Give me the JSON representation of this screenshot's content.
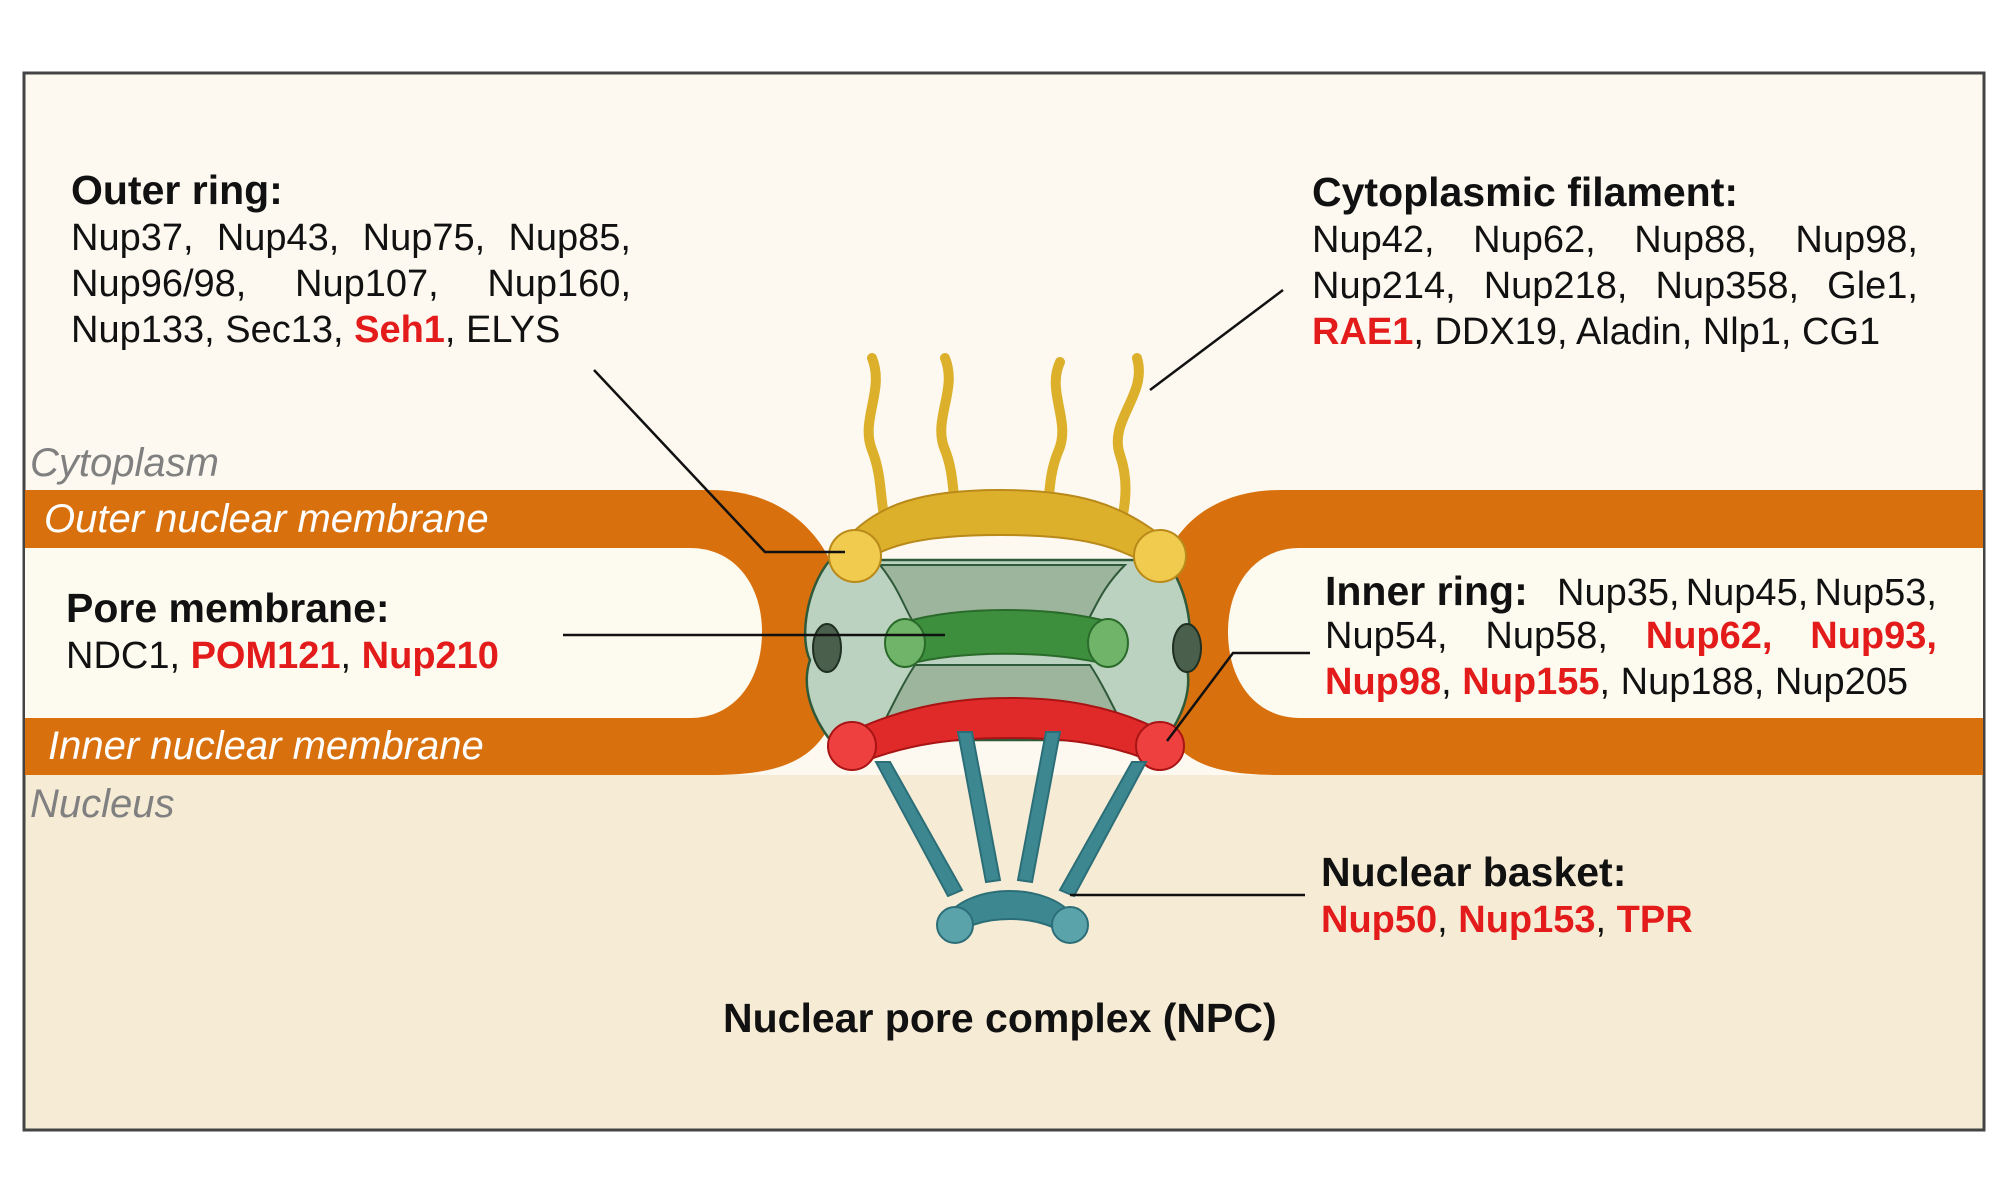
{
  "colors": {
    "background": "#fdf9f0",
    "nucleus": "#f6ebd5",
    "perinuclear_space": "#fdfbef",
    "membrane": "#d9700e",
    "outer_ring": "#ddb02c",
    "scaffold": "#bcd2c0",
    "pore_membrane_ring": "#3d8f3d",
    "inner_ring": "#e02a2a",
    "basket": "#3d8890",
    "highlight": "#e31b1b"
  },
  "regions": {
    "cytoplasm": "Cytoplasm",
    "outer_nuclear_membrane": "Outer nuclear membrane",
    "inner_nuclear_membrane": "Inner nuclear membrane",
    "nucleus": "Nucleus"
  },
  "outer_ring": {
    "heading": "Outer ring:",
    "lines": [
      [
        {
          "text": "Nup37,"
        },
        {
          "text": "Nup43,"
        },
        {
          "text": "Nup75,"
        },
        {
          "text": "Nup85,"
        }
      ],
      [
        {
          "text": "Nup96/98,"
        },
        {
          "text": "Nup107,"
        },
        {
          "text": "Nup160,"
        }
      ],
      [
        {
          "text": "Nup133, Sec13, "
        },
        {
          "text": "Seh1",
          "red": true
        },
        {
          "text": ", ELYS"
        }
      ]
    ]
  },
  "cytoplasmic_filament": {
    "heading": "Cytoplasmic filament:",
    "lines": [
      [
        {
          "text": "Nup42,"
        },
        {
          "text": "Nup62,"
        },
        {
          "text": "Nup88,"
        },
        {
          "text": "Nup98,"
        }
      ],
      [
        {
          "text": "Nup214,"
        },
        {
          "text": "Nup218,"
        },
        {
          "text": "Nup358,"
        },
        {
          "text": "Gle1,"
        }
      ],
      [
        {
          "text": "RAE1",
          "red": true
        },
        {
          "text": ", DDX19, Aladin, Nlp1, CG1"
        }
      ]
    ]
  },
  "pore_membrane": {
    "heading": "Pore membrane:",
    "line": [
      {
        "text": "NDC1, "
      },
      {
        "text": "POM121",
        "red": true
      },
      {
        "text": ", "
      },
      {
        "text": "Nup210",
        "red": true
      }
    ]
  },
  "inner_ring": {
    "heading": "Inner ring:",
    "first": [
      {
        "text": "Nup35,"
      },
      {
        "text": "Nup45,"
      },
      {
        "text": "Nup53,"
      }
    ],
    "lines": [
      [
        {
          "text": "Nup54,"
        },
        {
          "text": "Nup58,"
        },
        {
          "text": "Nup62,",
          "red": true
        },
        {
          "text": "Nup93,",
          "red": true
        }
      ],
      [
        {
          "text": "Nup98",
          "red": true
        },
        {
          "text": ", "
        },
        {
          "text": "Nup155",
          "red": true
        },
        {
          "text": ", Nup188, Nup205"
        }
      ]
    ]
  },
  "nuclear_basket": {
    "heading": "Nuclear basket:",
    "line": [
      {
        "text": "Nup50",
        "red": true
      },
      {
        "text": ", "
      },
      {
        "text": "Nup153",
        "red": true
      },
      {
        "text": ", "
      },
      {
        "text": "TPR",
        "red": true
      }
    ]
  },
  "caption": "Nuclear pore complex (NPC)"
}
